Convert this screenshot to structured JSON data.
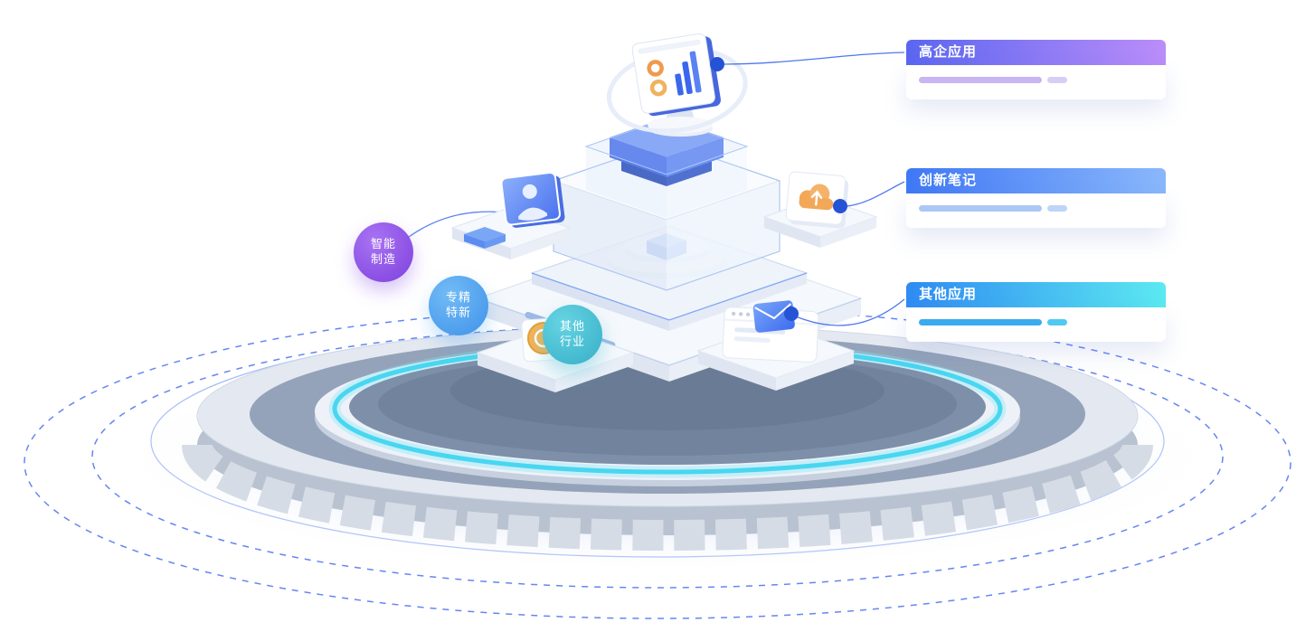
{
  "illustration": {
    "type": "isometric-platform",
    "accent_color": "#2f62e8",
    "glow_ring_color": "#4ed7f0",
    "icons": [
      "monitor-bar-chart-icon",
      "user-screen-icon",
      "cloud-upload-icon",
      "coin-icon",
      "mail-window-icon"
    ]
  },
  "badges": [
    {
      "label": "智能制造",
      "line1": "智能",
      "line2": "制造",
      "color": "#8a52e8"
    },
    {
      "label": "专精特新",
      "line1": "专精",
      "line2": "特新",
      "color": "#57a9f0"
    },
    {
      "label": "其他行业",
      "line1": "其他",
      "line2": "行业",
      "color": "#4cc0d2"
    }
  ],
  "callouts": [
    {
      "title": "高企应用",
      "gradient_from": "#5a66f0",
      "gradient_to": "#bb8df9",
      "bar_long_color": "#c8b5f3",
      "bar_short_color": "#d9cdf8"
    },
    {
      "title": "创新笔记",
      "gradient_from": "#3f78f5",
      "gradient_to": "#8ab7fb",
      "bar_long_color": "#abc8f5",
      "bar_short_color": "#bcd5f8"
    },
    {
      "title": "其他应用",
      "gradient_from": "#2e8bf2",
      "gradient_to": "#5ce9f1",
      "bar_long_color": "#3aabee",
      "bar_short_color": "#4fc9f1"
    }
  ]
}
